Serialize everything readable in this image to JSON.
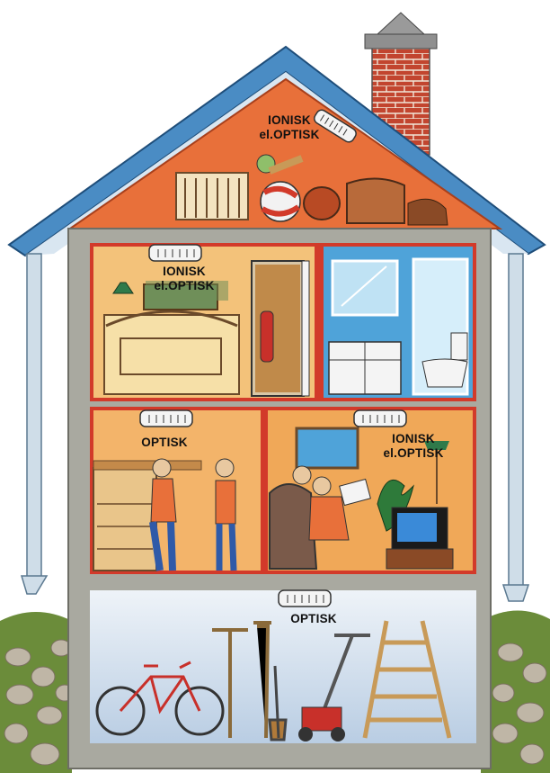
{
  "detectors": [
    {
      "room": "attic",
      "type_line_1": "IONISK",
      "type_line_2": "el.OPTISK"
    },
    {
      "room": "bedroom",
      "type_line_1": "IONISK",
      "type_line_2": "el.OPTISK"
    },
    {
      "room": "kitchen",
      "type_line_1": "OPTISK",
      "type_line_2": ""
    },
    {
      "room": "living-room",
      "type_line_1": "IONISK",
      "type_line_2": "el.OPTISK"
    },
    {
      "room": "basement",
      "type_line_1": "OPTISK",
      "type_line_2": ""
    }
  ],
  "colors": {
    "roof": "#4a8cc4",
    "attic": "#e8703a",
    "wall_frame": "#a9a9a0",
    "floor_trim": "#d23a2a",
    "bathroom": "#4fa3d9",
    "basement": "#dfe9f3",
    "chimney_brick": "#c2452f"
  }
}
